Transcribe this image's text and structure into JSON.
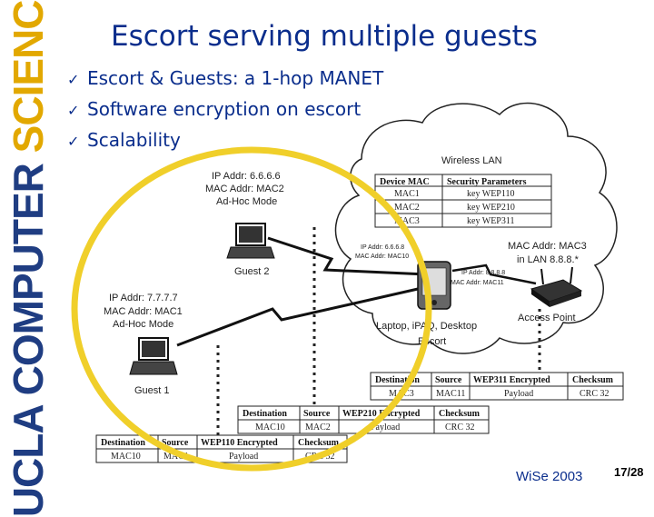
{
  "sidebar": {
    "part1": "UCLA COMPUTER",
    "part2": "SCIENCE"
  },
  "slide": {
    "title": "Escort serving multiple guests",
    "bullets": [
      {
        "mark": "✓",
        "text": "Escort & Guests: a 1-hop MANET"
      },
      {
        "mark": "✓",
        "text": "Software encryption on escort"
      },
      {
        "mark": "✓",
        "text": "Scalability"
      }
    ]
  },
  "diagram": {
    "cloud_label": "Wireless LAN",
    "security_table": {
      "headers": [
        "Device MAC",
        "Security Parameters"
      ],
      "rows": [
        [
          "MAC1",
          "key WEP110"
        ],
        [
          "MAC2",
          "key WEP210"
        ],
        [
          "MAC3",
          "key WEP311"
        ]
      ]
    },
    "guest2": {
      "line1": "IP Addr: 6.6.6.6",
      "line2": "MAC Addr: MAC2",
      "line3": "Ad-Hoc Mode",
      "label": "Guest 2"
    },
    "guest1": {
      "line1": "IP Addr: 7.7.7.7",
      "line2": "MAC Addr: MAC1",
      "line3": "Ad-Hoc Mode",
      "label": "Guest 1"
    },
    "escort_upper": {
      "line1": "IP Addr: 6.6.6.8",
      "line2": "MAC Addr: MAC10"
    },
    "escort_lower": {
      "line1": "IP Addr: 8.8.8.8",
      "line2": "MAC Addr: MAC11"
    },
    "access_point": {
      "line1": "MAC Addr: MAC3",
      "line2": "in LAN 8.8.8.*",
      "label": "Access Point"
    },
    "escort": {
      "line1": "Laptop, iPAQ, Desktop",
      "line2": "Escort"
    },
    "packet_ap": {
      "headers": [
        "Destination",
        "Source",
        "WEP311 Encrypted",
        "Checksum"
      ],
      "values": [
        "MAC3",
        "MAC11",
        "Payload",
        "CRC 32"
      ]
    },
    "packet_g2": {
      "headers": [
        "Destination",
        "Source",
        "WEP210 Encrypted",
        "Checksum"
      ],
      "values": [
        "MAC10",
        "MAC2",
        "Payload",
        "CRC 32"
      ]
    },
    "packet_g1": {
      "headers": [
        "Destination",
        "Source",
        "WEP110 Encrypted",
        "Checksum"
      ],
      "values": [
        "MAC10",
        "MAC1",
        "Payload",
        "CRC 32"
      ]
    }
  },
  "footer": {
    "course": "WiSe 2003",
    "page": "17/28"
  },
  "colors": {
    "title": "#0a2d8c",
    "sidebar_dark": "#1f3d82",
    "sidebar_gold": "#e2a800",
    "circle": "#f0cf2a"
  }
}
